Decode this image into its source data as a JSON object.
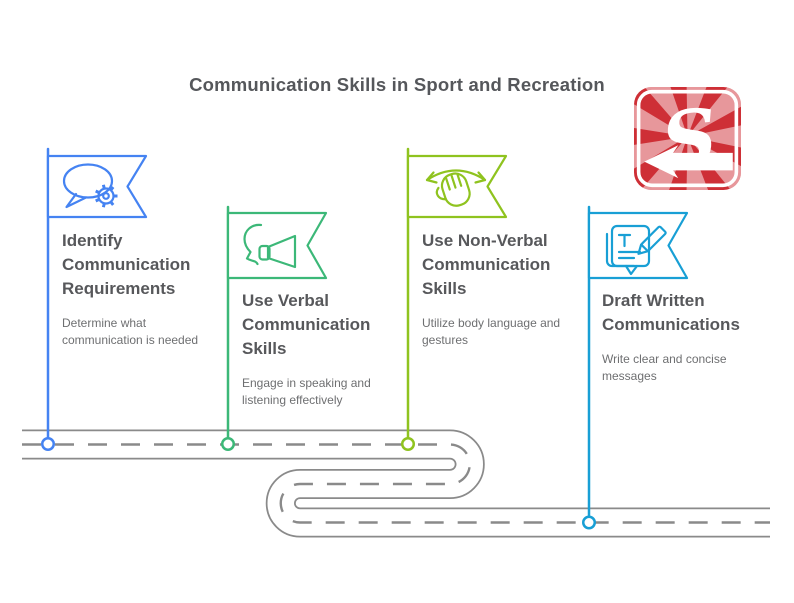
{
  "page_title": "Communication Skills in Sport and Recreation",
  "logo": {
    "letter": "S",
    "bg_color": "#ce2f36",
    "name": "red-s-arrow-logo"
  },
  "road": {
    "edge_color": "#8a8a8a",
    "dash_color": "#8a8a8a"
  },
  "milestones": [
    {
      "title": "Identify Communication Requirements",
      "description": "Determine what communication is needed",
      "color": "#4583f2",
      "icon": "speech-bubble-gear-icon"
    },
    {
      "title": "Use Verbal Communication Skills",
      "description": "Engage in speaking and listening effectively",
      "color": "#3cb878",
      "icon": "talking-head-megaphone-icon"
    },
    {
      "title": "Use Non-Verbal Communication Skills",
      "description": "Utilize body language and gestures",
      "color": "#8fc31f",
      "icon": "waving-hand-icon"
    },
    {
      "title": "Draft Written Communications",
      "description": "Write clear and concise messages",
      "color": "#189fd5",
      "icon": "document-pencil-icon"
    }
  ]
}
